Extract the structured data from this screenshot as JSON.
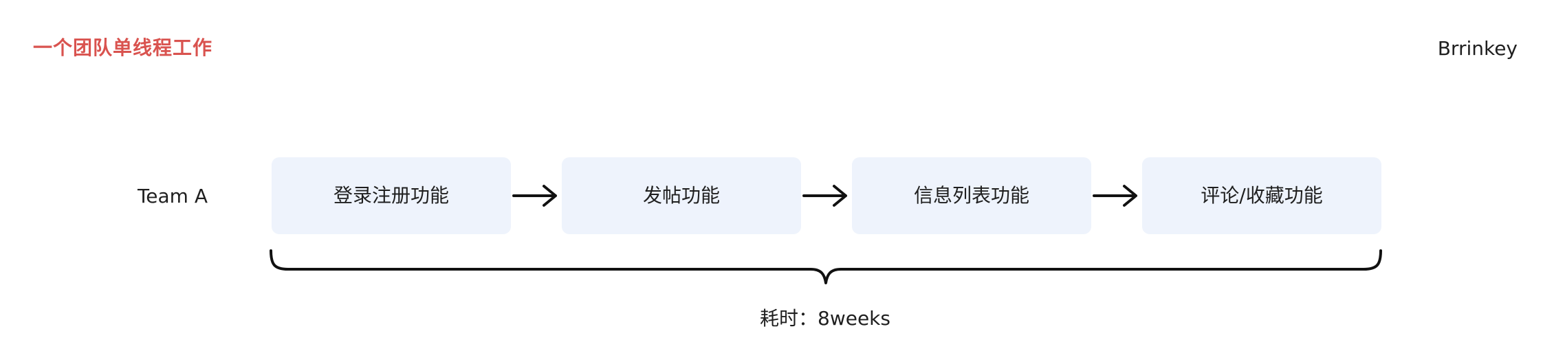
{
  "header": {
    "title": "一个团队单线程工作",
    "brand": "Brrinkey"
  },
  "team": {
    "label": "Team A"
  },
  "steps": [
    {
      "label": "登录注册功能"
    },
    {
      "label": "发帖功能"
    },
    {
      "label": "信息列表功能"
    },
    {
      "label": "评论/收藏功能"
    }
  ],
  "summary": {
    "duration": "耗时：8weeks"
  },
  "colors": {
    "title": "#d9534f",
    "text": "#1f1f1f",
    "box_fill": "#eef3fc",
    "stroke": "#111111"
  }
}
